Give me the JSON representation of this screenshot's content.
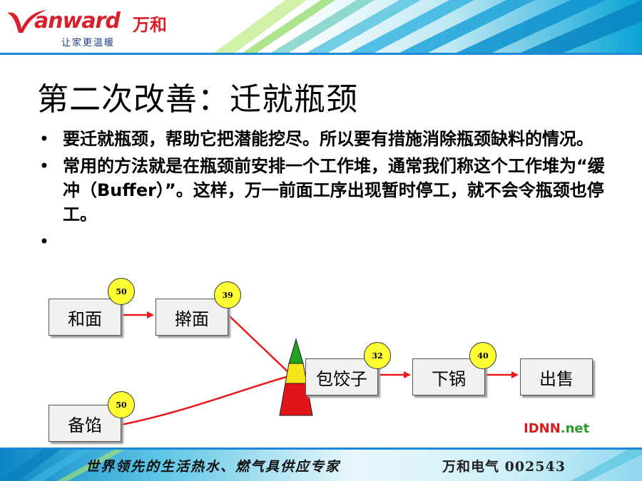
{
  "header": {
    "logo_word": "anward",
    "logo_cn": "万和",
    "slogan": "让家更温暖"
  },
  "slide": {
    "title": "第二次改善：迁就瓶颈",
    "bullets": [
      "要迁就瓶颈，帮助它把潜能挖尽。所以要有措施消除瓶颈缺料的情况。",
      "常用的方法就是在瓶颈前安排一个工作堆，通常我们称这个工作堆为“缓冲（Buffer）”。这样，万一前面工序出现暂时停工，就不会令瓶颈也停工。"
    ],
    "bullet_symbol": "•"
  },
  "diagram": {
    "nodes": [
      {
        "label": "和面",
        "capacity": "50"
      },
      {
        "label": "擀面",
        "capacity": "39"
      },
      {
        "label": "备馅",
        "capacity": "50"
      },
      {
        "label": "包饺子",
        "capacity": "32"
      },
      {
        "label": "下锅",
        "capacity": "40"
      },
      {
        "label": "出售"
      }
    ],
    "buffer_colors": {
      "top": "#1fa31f",
      "middle": "#f5e61a",
      "bottom": "#e2141b"
    },
    "arrow_color": "#e8181c",
    "watermark_a": "IDNN",
    "watermark_b": ".net"
  },
  "footer": {
    "slogan": "世界领先的生活热水、燃气具供应专家",
    "company_code": "万和电气  002543"
  }
}
